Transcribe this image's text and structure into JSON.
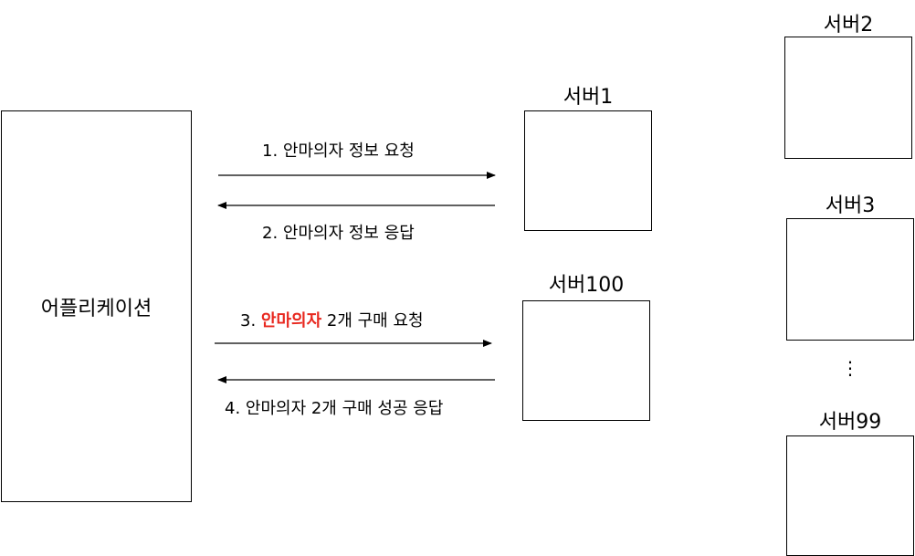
{
  "application": {
    "label": "어플리케이션"
  },
  "servers": {
    "server1": "서버1",
    "server100": "서버100",
    "server2": "서버2",
    "server3": "서버3",
    "server99": "서버99",
    "ellipsis": "⋮"
  },
  "messages": {
    "m1": "1. 안마의자 정보 요청",
    "m2": "2. 안마의자 정보 응답",
    "m3_prefix": "3. ",
    "m3_highlight": "안마의자",
    "m3_suffix": " 2개 구매 요청",
    "m4": "4. 안마의자 2개 구매 성공 응답"
  },
  "colors": {
    "highlight": "#e8281f",
    "line": "#000000"
  }
}
